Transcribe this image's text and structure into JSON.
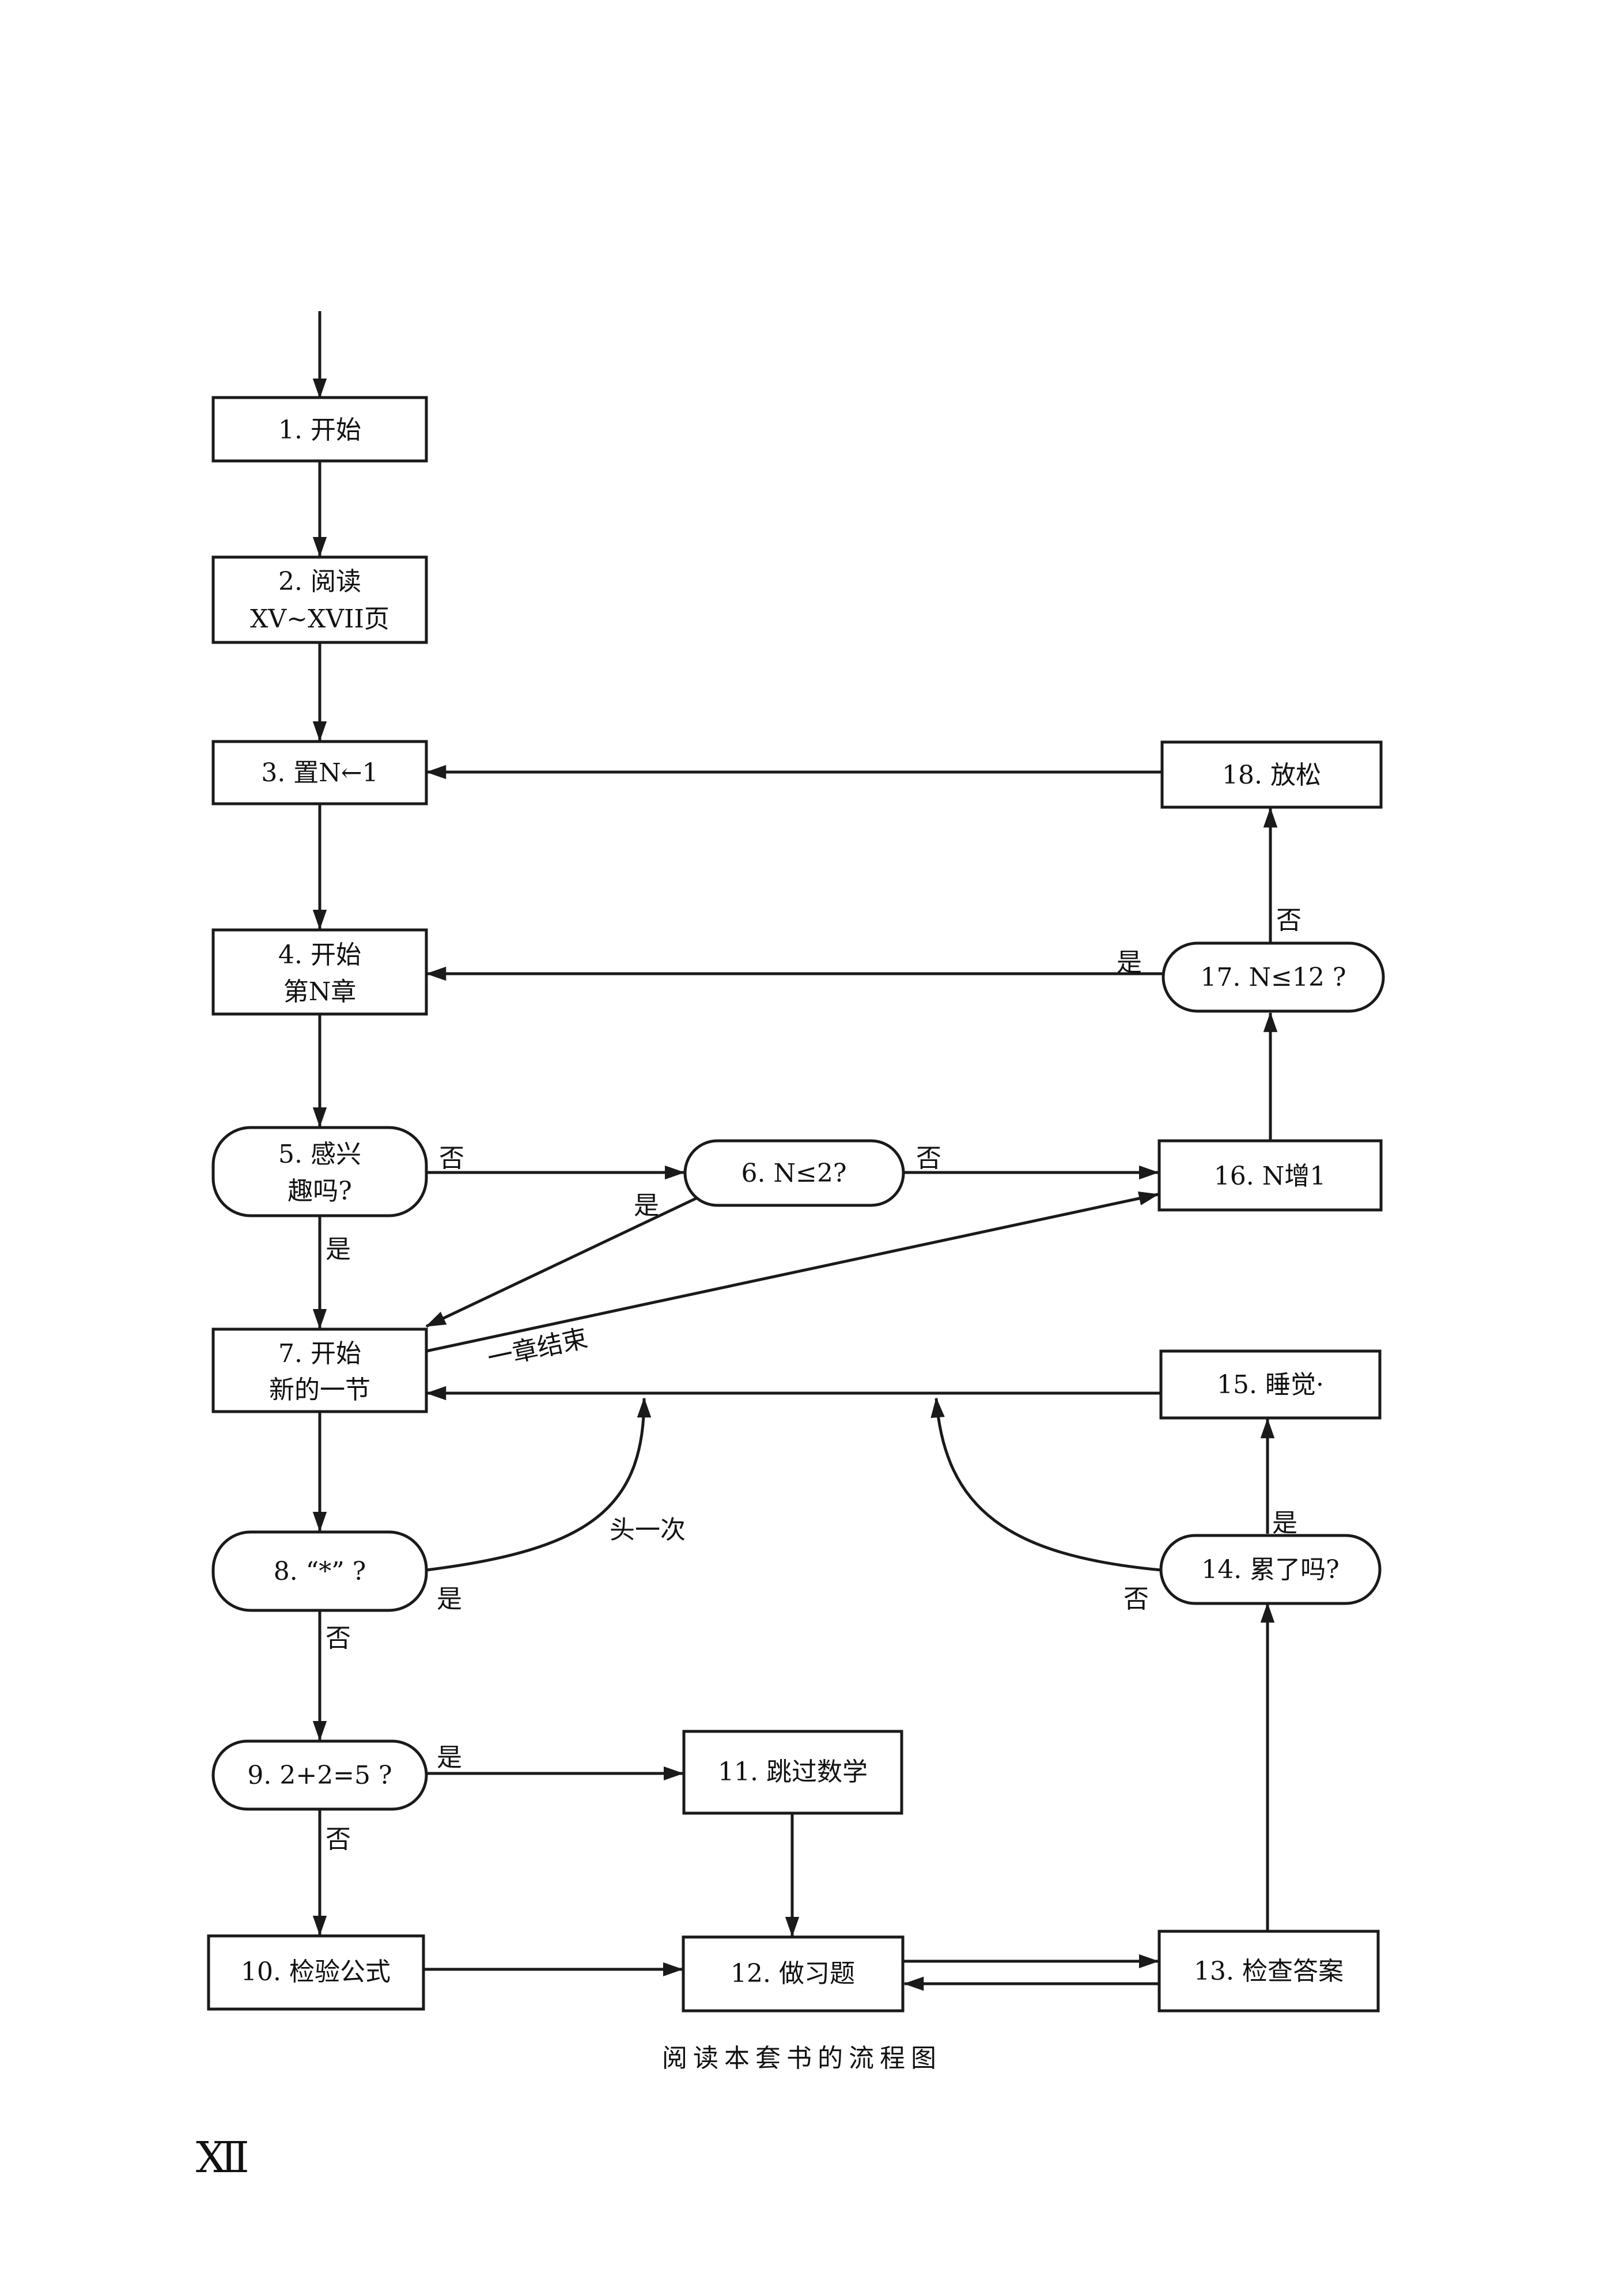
{
  "diagram": {
    "caption": "阅读本套书的流程图",
    "page_number": "Ⅻ",
    "nodes": {
      "n1": [
        "1. 开始"
      ],
      "n2": [
        "2. 阅读",
        "XV~XVII页"
      ],
      "n3": [
        "3. 置N←1"
      ],
      "n4": [
        "4. 开始",
        "第N章"
      ],
      "n5": [
        "5. 感兴",
        "趣吗?"
      ],
      "n6": [
        "6. N≤2?"
      ],
      "n7": [
        "7. 开始",
        "新的一节"
      ],
      "n8": [
        "8. “*” ?"
      ],
      "n9": [
        "9. 2+2=5 ?"
      ],
      "n10": [
        "10. 检验公式"
      ],
      "n11": [
        "11. 跳过数学"
      ],
      "n12": [
        "12. 做习题"
      ],
      "n13": [
        "13. 检查答案"
      ],
      "n14": [
        "14. 累了吗?"
      ],
      "n15": [
        "15. 睡觉·"
      ],
      "n16": [
        "16. N增1"
      ],
      "n17": [
        "17. N≤12 ?"
      ],
      "n18": [
        "18. 放松"
      ]
    },
    "edge_labels": {
      "e5_no": "否",
      "e5_yes": "是",
      "e6_no": "否",
      "e6_yes": "是",
      "e7_chapter_end": "一章结束",
      "e8_yes": "是",
      "e8_first": "头一次",
      "e8_no": "否",
      "e9_yes": "是",
      "e9_no": "否",
      "e14_yes": "是",
      "e14_no": "否",
      "e17_yes": "是",
      "e17_no": "否"
    }
  }
}
